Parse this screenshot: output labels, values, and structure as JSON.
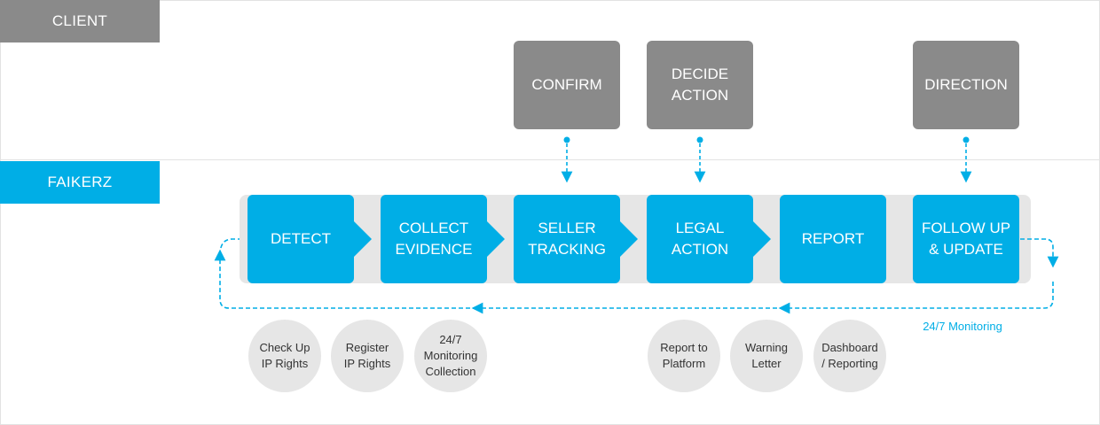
{
  "lanes": {
    "client": "CLIENT",
    "faikerz": "FAIKERZ"
  },
  "client_steps": [
    {
      "label": "CONFIRM"
    },
    {
      "label": "DECIDE\nACTION"
    },
    {
      "label": "DIRECTION"
    }
  ],
  "process_steps": [
    {
      "label": "DETECT"
    },
    {
      "label": "COLLECT\nEVIDENCE"
    },
    {
      "label": "SELLER\nTRACKING"
    },
    {
      "label": "LEGAL\nACTION"
    },
    {
      "label": "REPORT"
    },
    {
      "label": "FOLLOW UP\n& UPDATE"
    }
  ],
  "sub_items": [
    {
      "label": "Check Up\nIP Rights"
    },
    {
      "label": "Register\nIP Rights"
    },
    {
      "label": "24/7\nMonitoring\nCollection"
    },
    {
      "label": "Report to\nPlatform"
    },
    {
      "label": "Warning\nLetter"
    },
    {
      "label": "Dashboard\n/ Reporting"
    }
  ],
  "loop_label": "24/7 Monitoring",
  "colors": {
    "accent": "#00aee6",
    "client_gray": "#8a8a8a",
    "track_gray": "#e6e6e6"
  }
}
